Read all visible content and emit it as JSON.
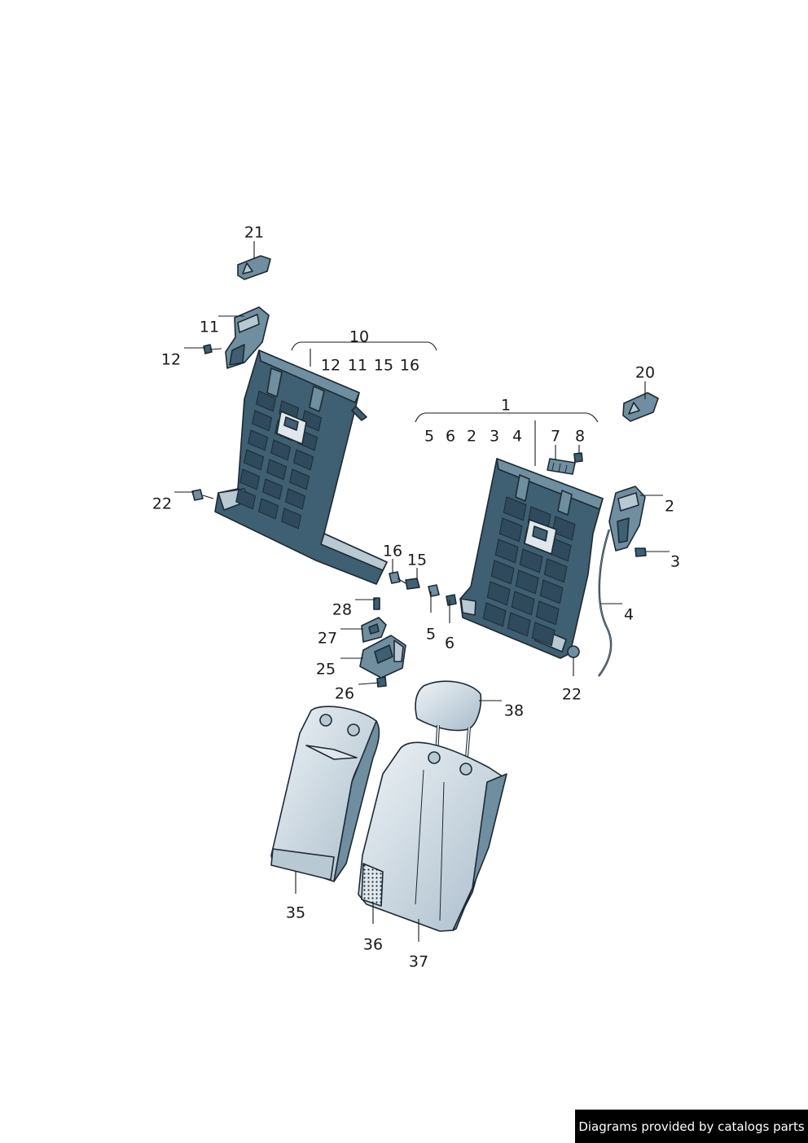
{
  "callouts": {
    "c1": "1",
    "c2": "2",
    "c3": "3",
    "c4": "4",
    "c5": "5",
    "c6": "6",
    "c7": "7",
    "c8": "8",
    "c10": "10",
    "c11": "11",
    "c12": "12",
    "c15": "15",
    "c16": "16",
    "c20": "20",
    "c21": "21",
    "c22": "22",
    "c25": "25",
    "c26": "26",
    "c27": "27",
    "c28": "28",
    "c35": "35",
    "c36": "36",
    "c37": "37",
    "c38": "38"
  },
  "group10_items": [
    "12",
    "11",
    "15",
    "16"
  ],
  "group1_items": [
    "5",
    "6",
    "2",
    "3",
    "4"
  ],
  "footer": {
    "credit": "Diagrams provided by catalogs parts"
  },
  "colors": {
    "frame": "#3f5f72",
    "outline": "#1d2a33",
    "cover": "#dfe7ec",
    "footer_bg": "#000000"
  }
}
